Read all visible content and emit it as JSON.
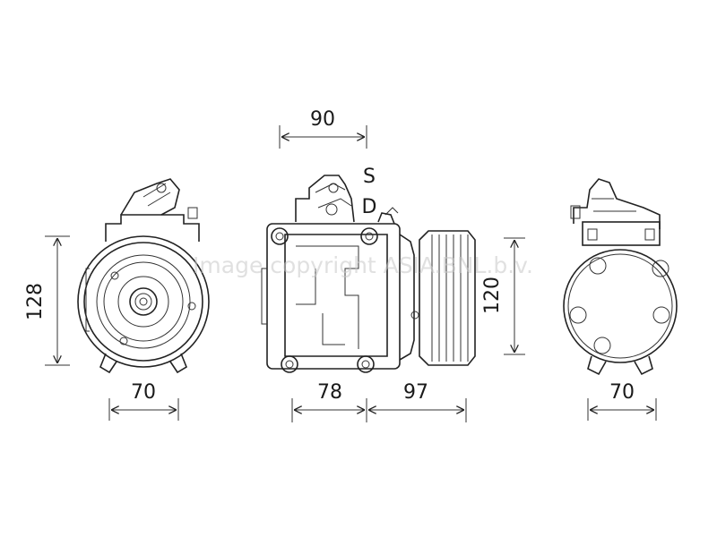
{
  "dimensions": {
    "top_width": "90",
    "left_height": "128",
    "left_width": "70",
    "center_body_width": "78",
    "center_pulley_width": "97",
    "center_height": "120",
    "right_width": "70"
  },
  "port_labels": {
    "suction": "S",
    "discharge": "D"
  },
  "watermark": "Image copyright ASIA.BNL.b.v."
}
